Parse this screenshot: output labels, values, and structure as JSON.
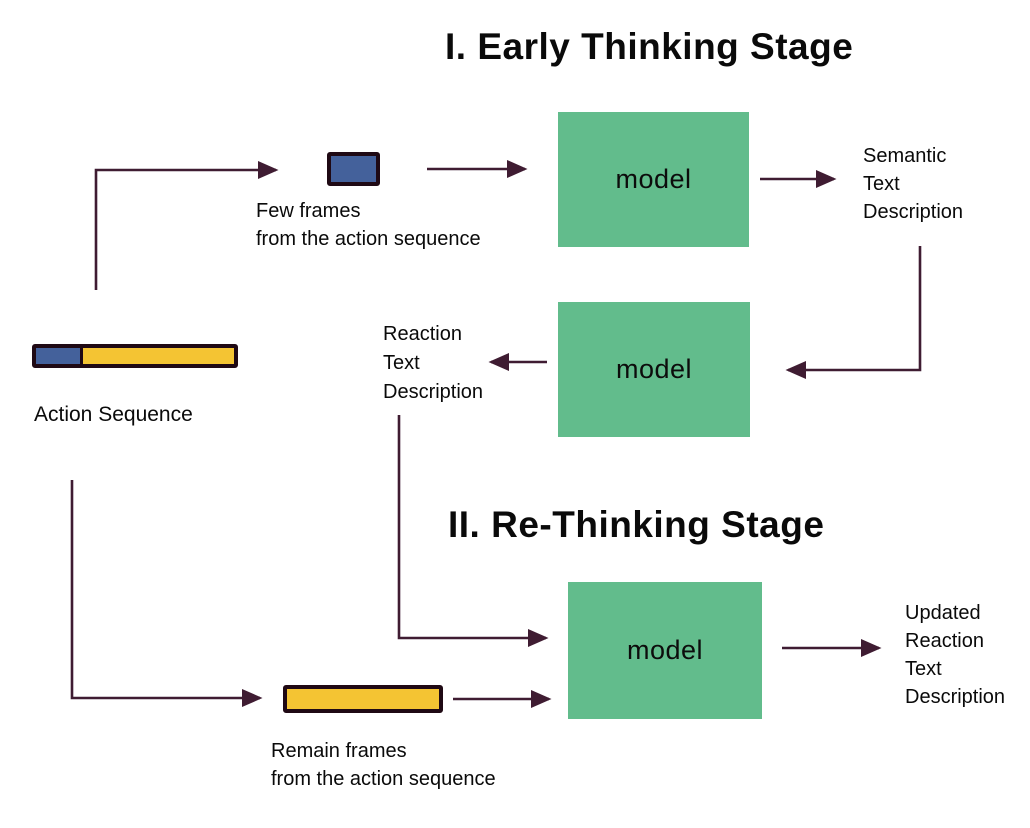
{
  "figure": {
    "stage1": {
      "title": "I. Early Thinking Stage",
      "few_frames_label": "Few frames\nfrom the action sequence",
      "model_top_label": "model",
      "model_middle_label": "model",
      "semantic_output_label": "Semantic\nText\nDescription",
      "reaction_output_label": "Reaction\nText\nDescription"
    },
    "stage2": {
      "title": "II. Re-Thinking Stage",
      "model_bottom_label": "model",
      "remain_frames_label": "Remain frames\nfrom the action sequence",
      "updated_output_label": "Updated\nReaction\nText\nDescription"
    },
    "action_sequence": {
      "label": "Action Sequence"
    },
    "colors": {
      "model_fill": "#62BC8C",
      "frame_blue_fill": "#44619B",
      "frame_yellow_fill": "#F4C433",
      "frame_border": "#1F0914",
      "arrow": "#3F1C32",
      "text": "#0A0A0A",
      "background": "#FFFFFF"
    }
  }
}
